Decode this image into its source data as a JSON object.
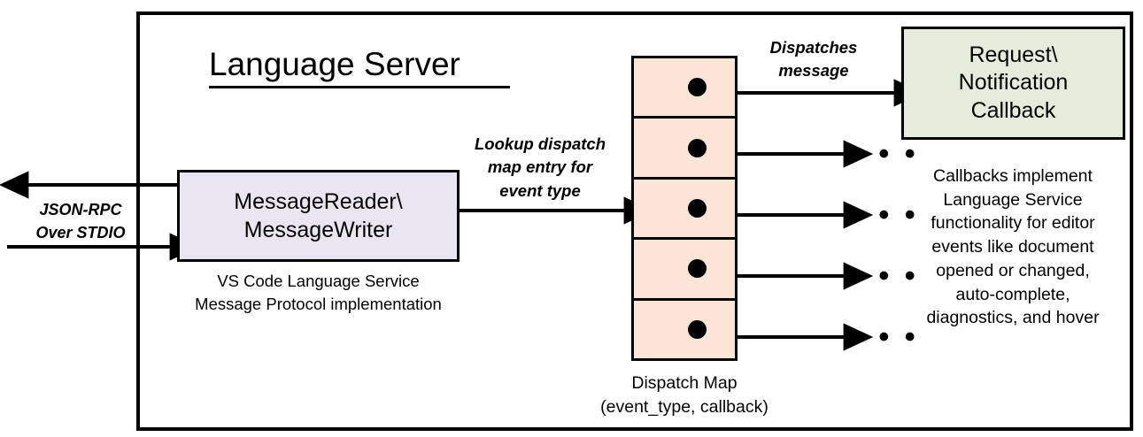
{
  "diagram": {
    "title": "Language Server",
    "boundary_name": "Language Server"
  },
  "message_io": {
    "line1": "MessageReader\\",
    "line2": "MessageWriter",
    "caption_line1": "VS Code Language Service",
    "caption_line2": "Message Protocol implementation",
    "fill_color": "#e9e5f1"
  },
  "transport": {
    "label_line1": "JSON-RPC",
    "label_line2": "Over STDIO"
  },
  "lookup": {
    "label_line1": "Lookup dispatch",
    "label_line2": "map entry for",
    "label_line3": "event type"
  },
  "dispatch": {
    "label_line1": "Dispatches",
    "label_line2": "message",
    "map_caption_line1": "Dispatch Map",
    "map_caption_line2": "(event_type, callback)",
    "map_fill_color": "#fbe5d6",
    "cells": [
      {
        "id": "entry-1",
        "dot": "callback-dot"
      },
      {
        "id": "entry-2",
        "dot": "callback-dot"
      },
      {
        "id": "entry-3",
        "dot": "callback-dot"
      },
      {
        "id": "entry-4",
        "dot": "callback-dot"
      },
      {
        "id": "entry-5",
        "dot": "callback-dot"
      }
    ],
    "ellipsis": "• • •"
  },
  "callback": {
    "line1": "Request\\",
    "line2": "Notification",
    "line3": "Callback",
    "fill_color": "#e4eddc",
    "caption_line1": "Callbacks implement",
    "caption_line2": "Language Service",
    "caption_line3": "functionality for editor",
    "caption_line4": "events like document",
    "caption_line5": "opened or changed,",
    "caption_line6": "auto-complete,",
    "caption_line7": "diagnostics, and hover"
  }
}
